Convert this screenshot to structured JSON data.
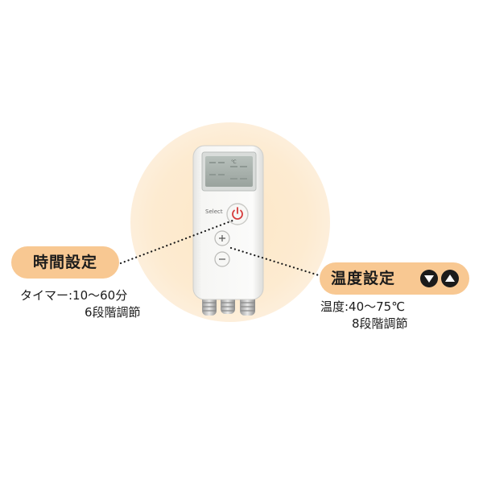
{
  "time_setting": {
    "label": "時間設定",
    "spec_line1": "タイマー:10〜60分",
    "spec_line2": "6段階調節"
  },
  "temp_setting": {
    "label": "温度設定",
    "spec_line1": "温度:40〜75℃",
    "spec_line2": "8段階調節",
    "icons": [
      "down-triangle-icon",
      "up-triangle-icon"
    ]
  },
  "device": {
    "select_label": "Select",
    "lcd_unit": "℃",
    "buttons": [
      "power",
      "plus",
      "minus"
    ]
  },
  "colors": {
    "pill": "#f8c892",
    "glow": "#fde7c6",
    "power_red": "#d63a3a",
    "lcd": "#a9b2ad"
  }
}
